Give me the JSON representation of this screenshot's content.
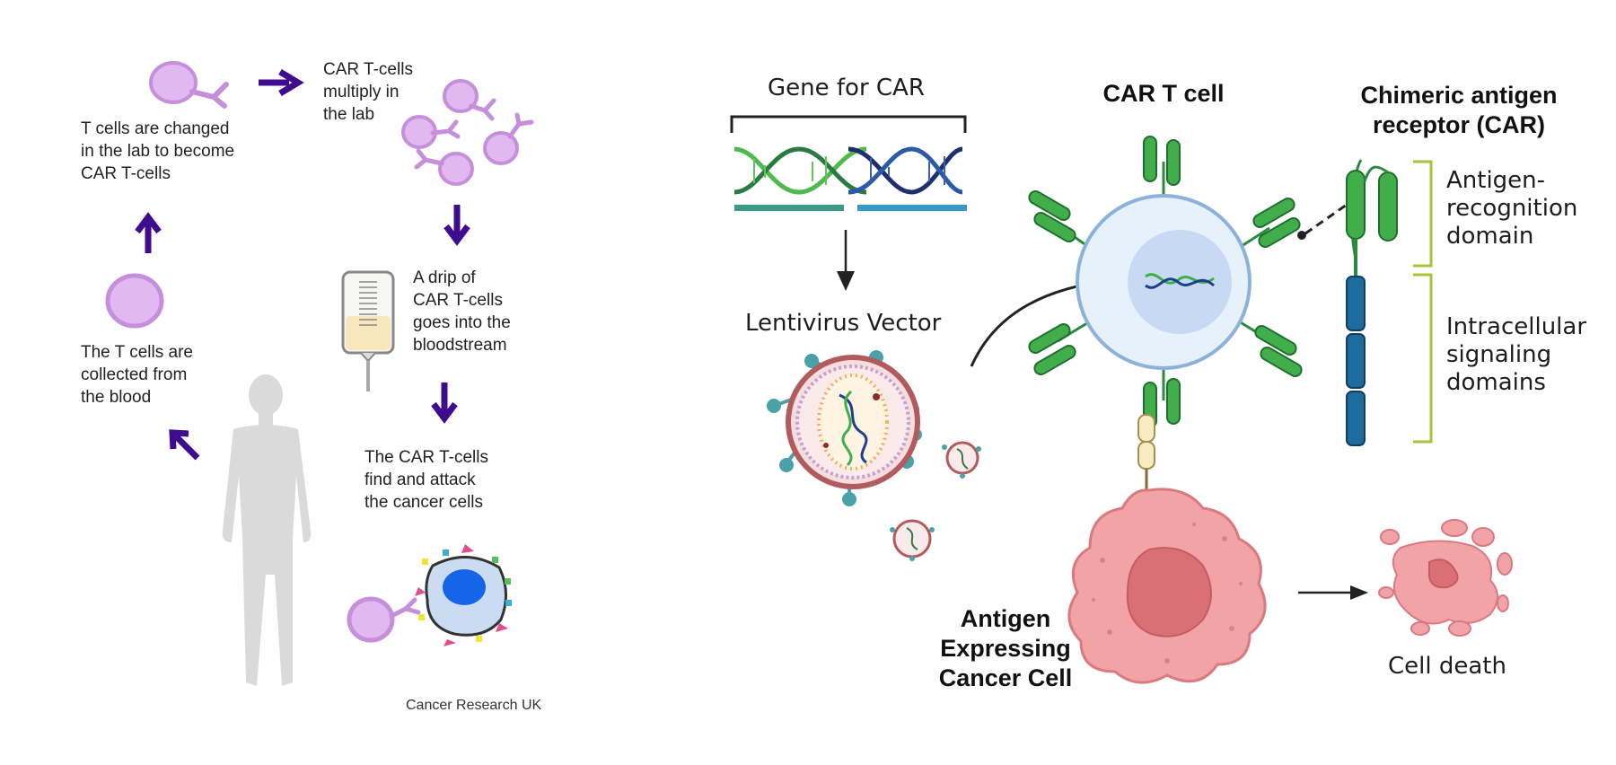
{
  "left_panel": {
    "step_changed": "T cells are changed\nin the lab to become\nCAR T-cells",
    "step_multiply": "CAR T-cells\nmultiply in\nthe lab",
    "step_drip": "A drip of\nCAR T-cells\ngoes into the\nbloodstream",
    "step_attack": "The CAR T-cells\nfind and attack\nthe cancer cells",
    "step_collected": "The T cells are\ncollected from\nthe blood",
    "credit": "Cancer Research UK",
    "colors": {
      "cell": "#e2b8f0",
      "cell_outline": "#c58fdc",
      "arrow": "#3d0c8f",
      "human": "#d9d9d9",
      "cancer_nucleus": "#1565e8"
    }
  },
  "right_panel": {
    "gene_label": "Gene for CAR",
    "vector_label": "Lentivirus Vector",
    "car_t_label": "CAR T cell",
    "receptor_title": "Chimeric antigen\nreceptor (CAR)",
    "antigen_domain": "Antigen-\nrecognition\ndomain",
    "signal_domain": "Intracellular\nsignaling\ndomains",
    "cancer_label": "Antigen\nExpressing\nCancer Cell",
    "death_label": "Cell death",
    "colors": {
      "receptor_green": "#3fae49",
      "signal_blue": "#1e6b9e",
      "bracket": "#a6c33a",
      "tcell": "#cfe4f7",
      "cancer": "#f2a3a6"
    }
  }
}
